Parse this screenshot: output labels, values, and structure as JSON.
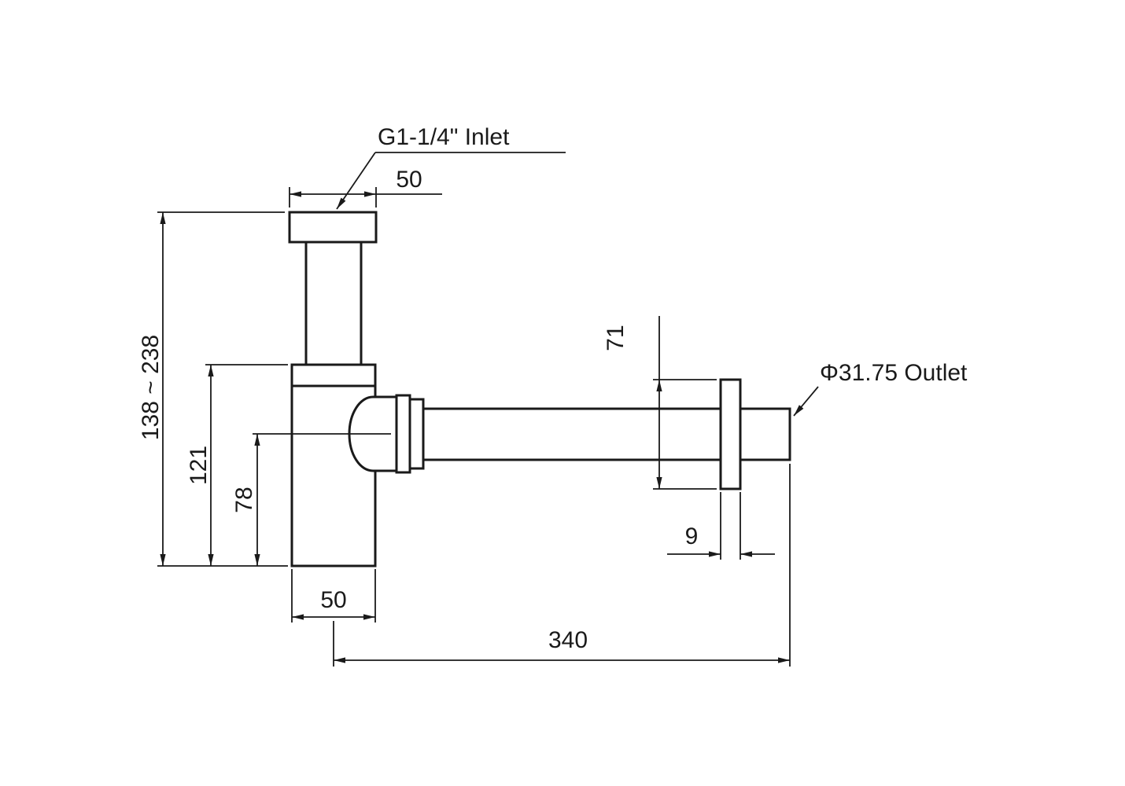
{
  "drawing": {
    "type": "technical-dimension-drawing",
    "subject": "Bottle trap (basin siphon) side elevation with dimensions",
    "units": "mm",
    "labels": {
      "inlet": "G1-1/4\" Inlet",
      "outlet": "Φ31.75 Outlet"
    },
    "dimensions": {
      "inlet_nut_width": "50",
      "overall_height_range": "138 ~ 238",
      "body_to_top_height": "121",
      "outlet_centerline_height": "78",
      "wall_flange_diameter": "71",
      "wall_flange_thickness": "9",
      "body_width": "50",
      "overall_length": "340"
    },
    "colors": {
      "line": "#1a1a1a",
      "background": "#ffffff"
    }
  }
}
